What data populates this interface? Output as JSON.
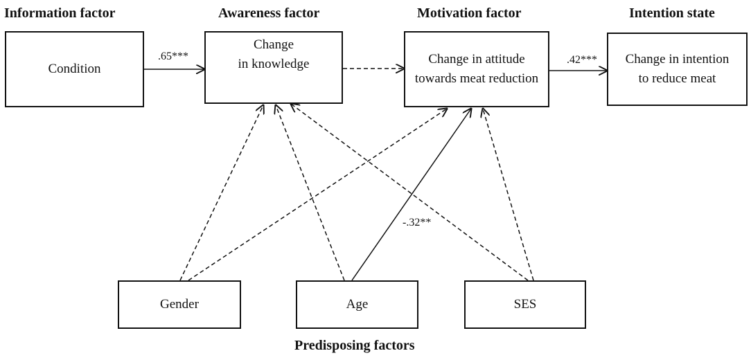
{
  "headings": {
    "information": "Information factor",
    "awareness": "Awareness factor",
    "motivation": "Motivation factor",
    "intention": "Intention state"
  },
  "nodes": {
    "condition": [
      "Condition"
    ],
    "knowledge": [
      "Change",
      "in knowledge"
    ],
    "attitude": [
      "Change in attitude",
      "towards meat reduction"
    ],
    "intention": [
      "Change in intention",
      "to reduce meat"
    ],
    "gender": [
      "Gender"
    ],
    "age": [
      "Age"
    ],
    "ses": [
      "SES"
    ]
  },
  "coefficients": {
    "condition_knowledge": ".65***",
    "attitude_intention": ".42***",
    "age_attitude": "-.32**"
  },
  "edges": [
    {
      "from": "condition",
      "to": "knowledge",
      "style": "solid",
      "label": "condition_knowledge"
    },
    {
      "from": "knowledge",
      "to": "attitude",
      "style": "dashed"
    },
    {
      "from": "attitude",
      "to": "intention",
      "style": "solid",
      "label": "attitude_intention"
    },
    {
      "from": "gender",
      "to": "knowledge",
      "style": "dashed"
    },
    {
      "from": "gender",
      "to": "attitude",
      "style": "dashed"
    },
    {
      "from": "age",
      "to": "knowledge",
      "style": "dashed"
    },
    {
      "from": "age",
      "to": "attitude",
      "style": "solid",
      "label": "age_attitude"
    },
    {
      "from": "ses",
      "to": "knowledge",
      "style": "dashed"
    },
    {
      "from": "ses",
      "to": "attitude",
      "style": "dashed"
    }
  ],
  "footer": "Predisposing factors"
}
